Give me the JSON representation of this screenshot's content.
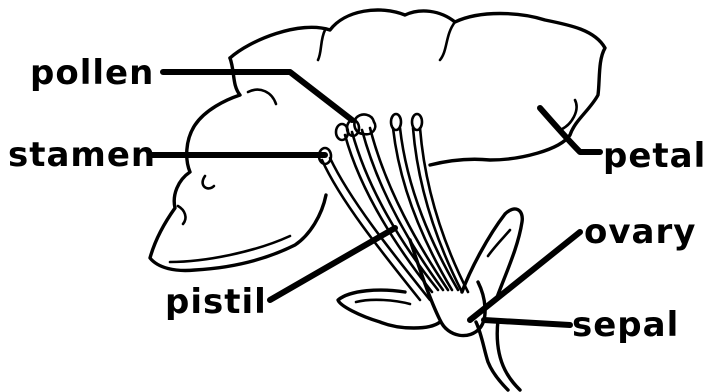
{
  "labels": {
    "pollen": "pollen",
    "stamen": "stamen",
    "petal": "petal",
    "ovary": "ovary",
    "pistil": "pistil",
    "sepal": "sepal"
  }
}
